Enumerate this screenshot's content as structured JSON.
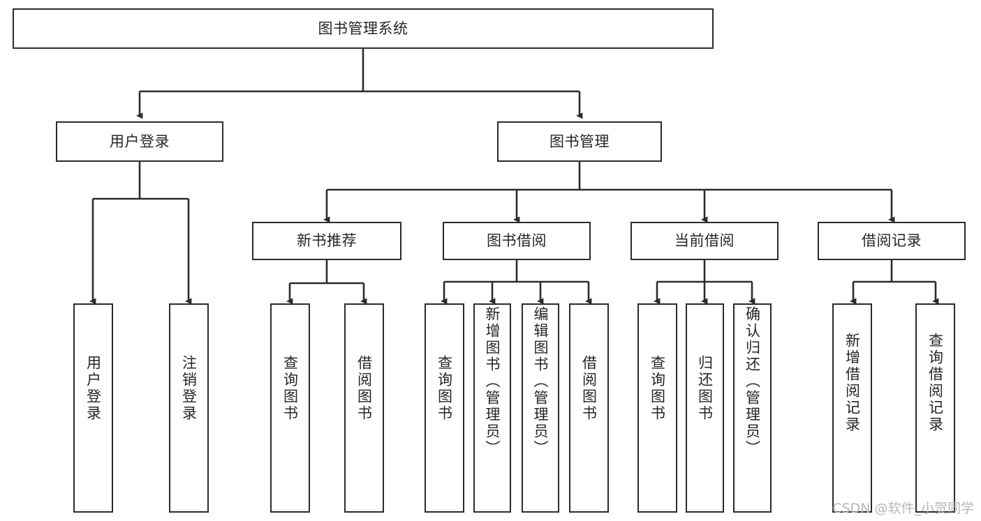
{
  "diagram": {
    "title": "图书管理系统",
    "type": "tree",
    "root": {
      "id": "root",
      "label": "图书管理系统",
      "orientation": "horizontal"
    },
    "level2": [
      {
        "id": "user-login",
        "label": "用户登录",
        "orientation": "horizontal"
      },
      {
        "id": "book-manage",
        "label": "图书管理",
        "orientation": "horizontal"
      }
    ],
    "level3": [
      {
        "id": "new-book-rec",
        "label": "新书推荐",
        "orientation": "horizontal",
        "parent": "book-manage"
      },
      {
        "id": "book-borrow",
        "label": "图书借阅",
        "orientation": "horizontal",
        "parent": "book-manage"
      },
      {
        "id": "current-borrow",
        "label": "当前借阅",
        "orientation": "horizontal",
        "parent": "book-manage"
      },
      {
        "id": "borrow-record",
        "label": "借阅记录",
        "orientation": "horizontal",
        "parent": "book-manage"
      }
    ],
    "leaves": [
      {
        "id": "leaf-user-login",
        "label": "用户登录",
        "orientation": "vertical",
        "parent": "user-login"
      },
      {
        "id": "leaf-user-logout",
        "label": "注销登录",
        "orientation": "vertical",
        "parent": "user-login"
      },
      {
        "id": "leaf-query-book-1",
        "label": "查询图书",
        "orientation": "vertical",
        "parent": "new-book-rec"
      },
      {
        "id": "leaf-borrow-book-1",
        "label": "借阅图书",
        "orientation": "vertical",
        "parent": "new-book-rec"
      },
      {
        "id": "leaf-query-book-2",
        "label": "查询图书",
        "orientation": "vertical",
        "parent": "book-borrow"
      },
      {
        "id": "leaf-add-book",
        "label": "新增图书（管理员）",
        "orientation": "vertical",
        "parent": "book-borrow"
      },
      {
        "id": "leaf-edit-book",
        "label": "编辑图书（管理员）",
        "orientation": "vertical",
        "parent": "book-borrow"
      },
      {
        "id": "leaf-borrow-book-2",
        "label": "借阅图书",
        "orientation": "vertical",
        "parent": "book-borrow"
      },
      {
        "id": "leaf-query-book-3",
        "label": "查询图书",
        "orientation": "vertical",
        "parent": "current-borrow"
      },
      {
        "id": "leaf-return-book",
        "label": "归还图书",
        "orientation": "vertical",
        "parent": "current-borrow"
      },
      {
        "id": "leaf-confirm-return",
        "label": "确认归还（管理员）",
        "orientation": "vertical",
        "parent": "current-borrow"
      },
      {
        "id": "leaf-add-record",
        "label": "新增借阅记录",
        "orientation": "vertical",
        "parent": "borrow-record"
      },
      {
        "id": "leaf-query-record",
        "label": "查询借阅记录",
        "orientation": "vertical",
        "parent": "borrow-record"
      }
    ]
  },
  "watermark": {
    "text": "CSDN @软件_小贺同学"
  },
  "colors": {
    "stroke": "#2b2b2b",
    "text": "#262626",
    "background": "#ffffff",
    "watermark": "#b8b8b8"
  }
}
